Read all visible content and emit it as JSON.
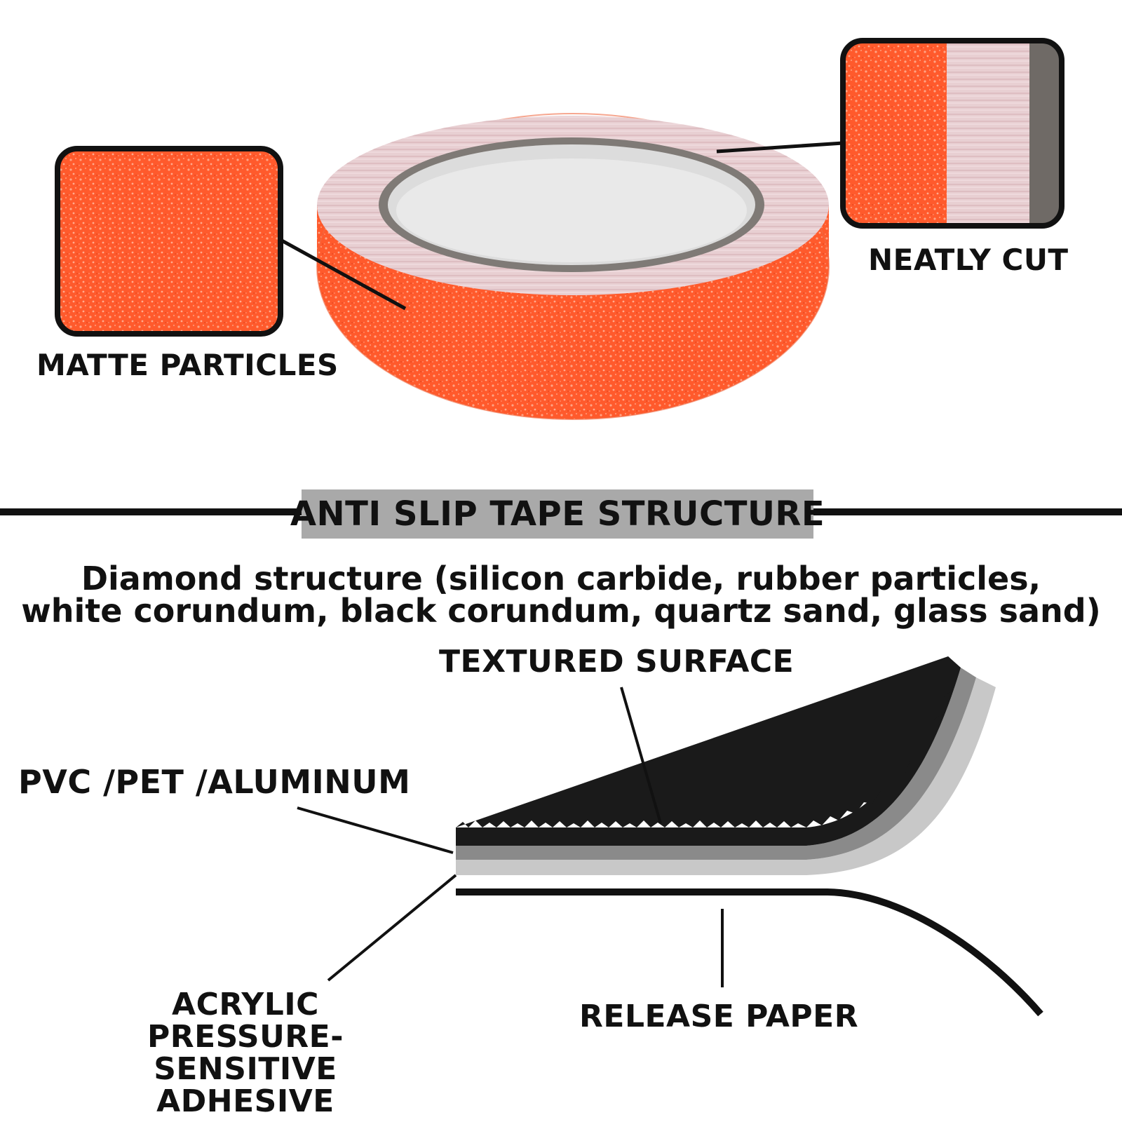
{
  "callouts": {
    "matte_particles": "MATTE PARTICLES",
    "neatly_cut": "NEATLY CUT"
  },
  "section": {
    "title": "ANTI SLIP TAPE STRUCTURE",
    "description_line1": "Diamond structure (silicon carbide, rubber particles,",
    "description_line2": "white corundum, black corundum, quartz sand, glass sand)"
  },
  "layers": {
    "textured_surface": "TEXTURED SURFACE",
    "backing": "PVC /PET /ALUMINUM",
    "adhesive_line1": "ACRYLIC",
    "adhesive_line2": "PRESSURE-SENSITIVE",
    "adhesive_line3": "ADHESIVE",
    "release_paper": "RELEASE PAPER"
  },
  "colors": {
    "tape_orange": "#ff5a2c",
    "tape_edge": "#e6cdd0",
    "core_grey": "#d8d8d8",
    "section_bar": "#a9a9a9"
  }
}
